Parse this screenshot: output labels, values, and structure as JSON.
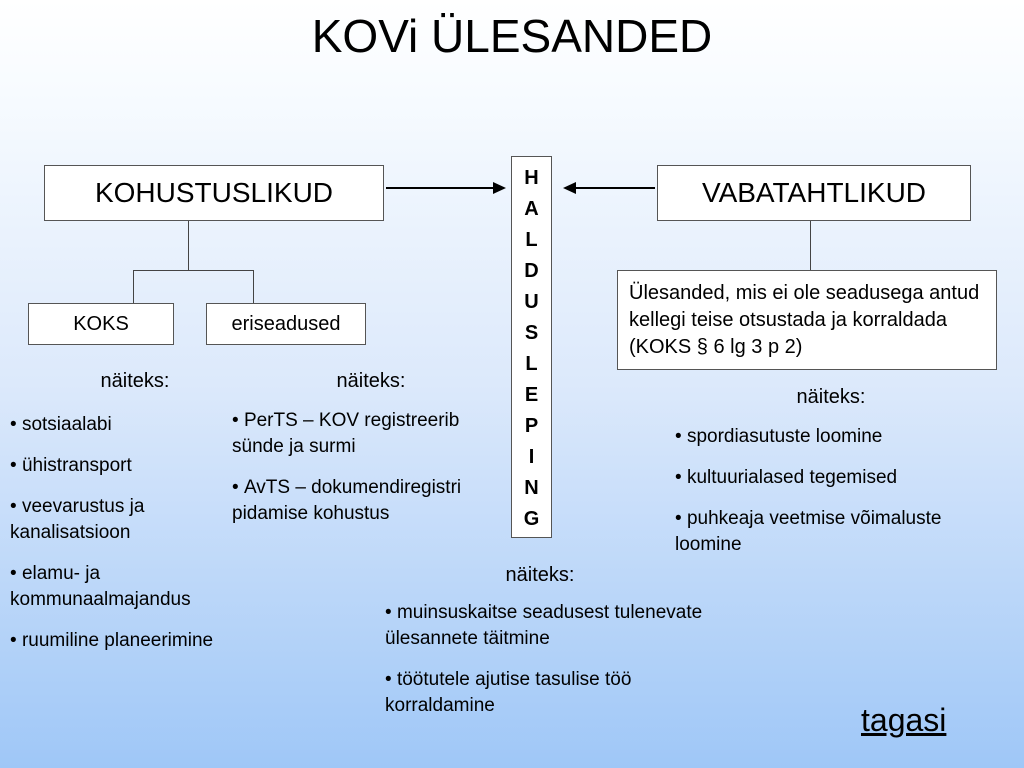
{
  "title": "KOVi ÜLESANDED",
  "mandatory": {
    "heading": "KOHUSTUSLIKUD",
    "left_box": "KOKS",
    "right_box": "eriseadused",
    "left_examples_label": "näiteks:",
    "left_examples": [
      "sotsiaalabi",
      "ühistransport",
      "veevarustus ja kanalisatsioon",
      "elamu- ja kommunaalmajandus",
      "ruumiline planeerimine"
    ],
    "right_examples_label": "näiteks:",
    "right_examples": [
      "PerTS – KOV registreerib sünde ja surmi",
      "AvTS – dokumendiregistri pidamise kohustus"
    ]
  },
  "contract": {
    "letters": [
      "H",
      "A",
      "L",
      "D",
      "U",
      "S",
      "L",
      "E",
      "P",
      "I",
      "N",
      "G"
    ],
    "examples_label": "näiteks:",
    "examples": [
      "muinsuskaitse seadusest tulenevate ülesannete täitmine",
      "töötutele ajutise tasulise töö korraldamine"
    ]
  },
  "voluntary": {
    "heading": "VABATAHTLIKUD",
    "description": "Ülesanded, mis ei ole seadusega antud kellegi teise otsustada ja korraldada (KOKS § 6 lg 3 p 2)",
    "examples_label": "näiteks:",
    "examples": [
      "spordiasutuste loomine",
      "kultuurialased tegemised",
      "puhkeaja veetmise võimaluste loomine"
    ]
  },
  "back_link": "tagasi"
}
